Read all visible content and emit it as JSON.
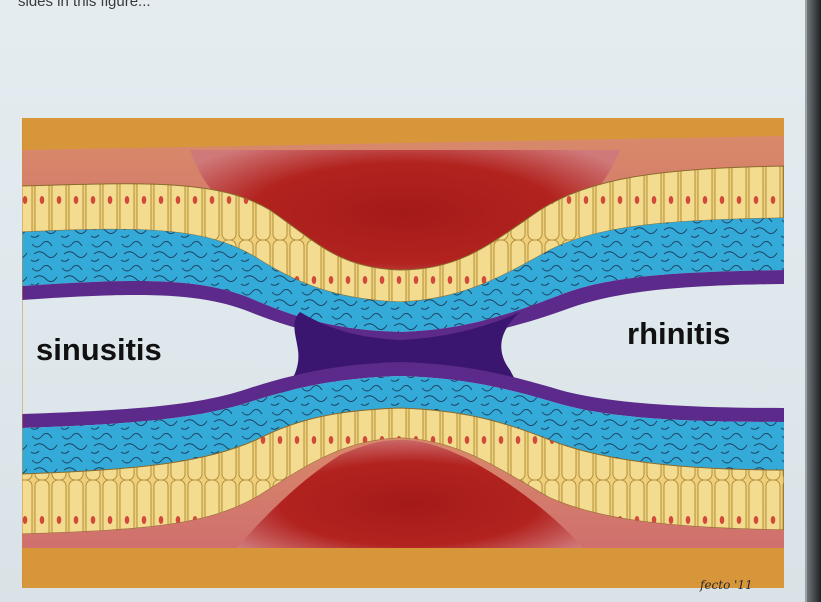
{
  "caption_fragment": "sides in this figure...",
  "labels": {
    "left": "sinusitis",
    "right": "rhinitis"
  },
  "signature": "fecto '11",
  "colors": {
    "background": "#e2eaee",
    "submucosa_orange": "#d8963a",
    "vascular_red": "#ab1e1c",
    "mucosa_pink": "#cf6a6a",
    "epithelium_yellow": "#e9c766",
    "basement_blue": "#2fa6d4",
    "mucus_purple": "#4c1a7c"
  }
}
